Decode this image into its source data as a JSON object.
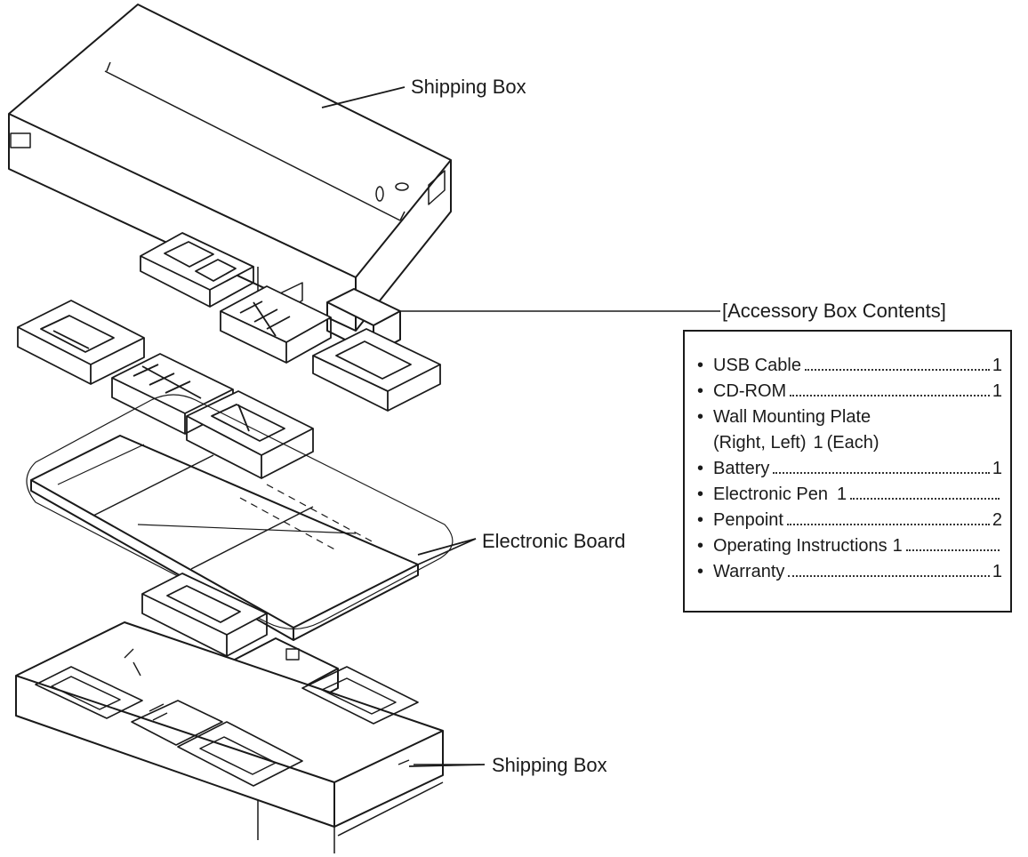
{
  "labels": {
    "shipping_box_top": "Shipping Box",
    "accessory_header": "[Accessory Box Contents]",
    "electronic_board": "Electronic Board",
    "shipping_box_bottom": "Shipping Box"
  },
  "accessories": [
    {
      "name": "USB Cable",
      "qty": "1"
    },
    {
      "name": "CD-ROM",
      "qty": "1"
    },
    {
      "name": "Wall Mounting Plate",
      "sub": "(Right, Left)",
      "qty": "1",
      "note": "(Each)"
    },
    {
      "name": "Battery",
      "qty": "1"
    },
    {
      "name": "Electronic Pen",
      "qty": "1"
    },
    {
      "name": "Penpoint",
      "qty": "2"
    },
    {
      "name": "Operating Instructions",
      "qty": "1"
    },
    {
      "name": "Warranty",
      "qty": "1"
    }
  ],
  "colors": {
    "line": "#1a1a1a",
    "background": "#ffffff"
  }
}
